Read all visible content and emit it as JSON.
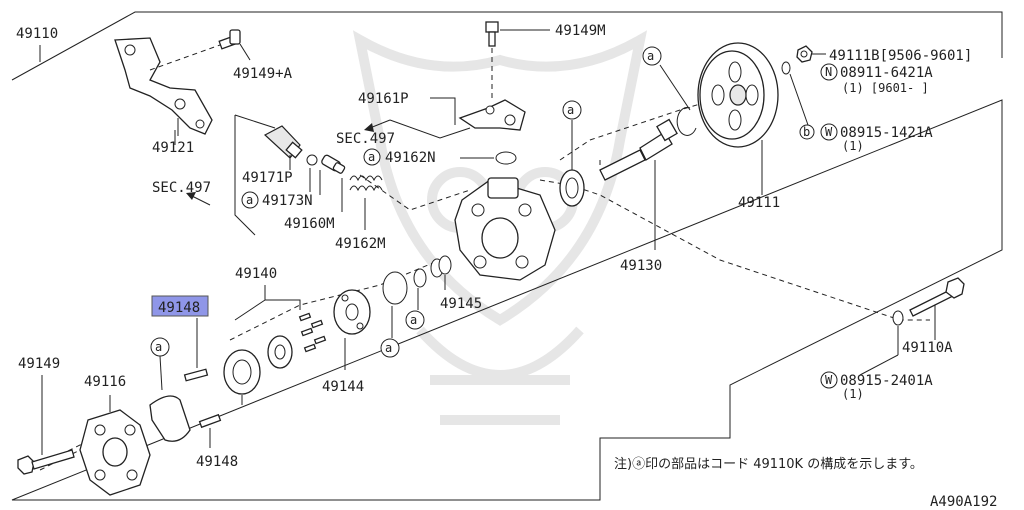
{
  "diagram": {
    "code": "A490A192",
    "note": "注)ⓐ印の部品はコード 49110K の構成を示します。",
    "note_marker": "a",
    "highlight_color": "#8f96e8",
    "circle_marks": {
      "a": "a",
      "b": "b",
      "N": "N",
      "W": "W"
    },
    "labels": {
      "p49110": "49110",
      "p49121": "49121",
      "p49149a": "49149+A",
      "sec497_left": "SEC.497",
      "p49171p": "49171P",
      "p49173n": "49173N",
      "p49160m": "49160M",
      "p49162m": "49162M",
      "p49149m": "49149M",
      "p49161p": "49161P",
      "sec497_top": "SEC.497",
      "p49162n": "49162N",
      "p49140": "49140",
      "p49148_top": "49148",
      "p49149": "49149",
      "p49116": "49116",
      "p49144": "49144",
      "p49145": "49145",
      "p49148_bot": "49148",
      "p49130": "49130",
      "p49111": "49111",
      "p49111b": "49111B[9506-9601]",
      "p08911": "08911-6421A",
      "p08911_sub": "(1)  [9601-      ]",
      "p08915_1421": "08915-1421A",
      "p08915_1421_sub": "(1)",
      "p49110a": "49110A",
      "p08915_2401": "08915-2401A",
      "p08915_2401_sub": "(1)"
    }
  }
}
